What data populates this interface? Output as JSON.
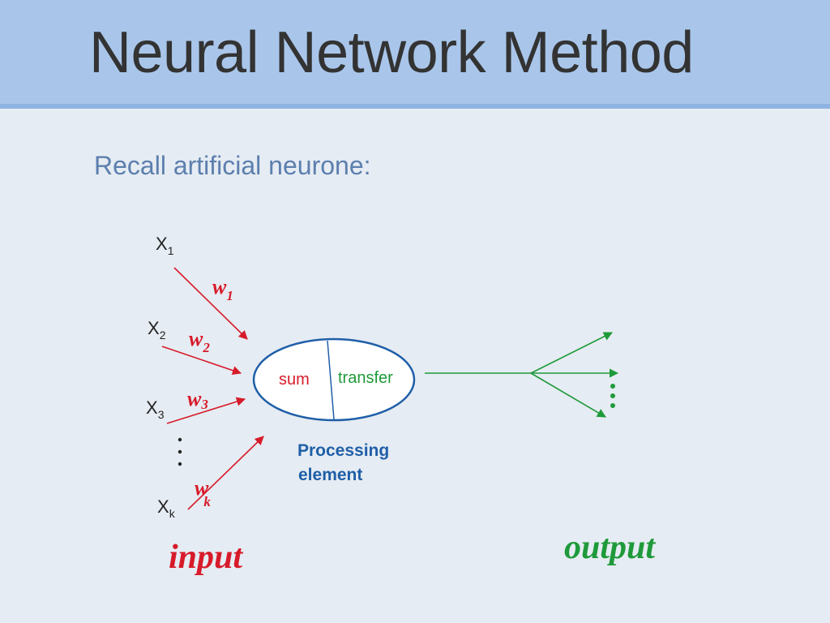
{
  "slide": {
    "title": "Neural Network Method",
    "subtitle": "Recall artificial neurone:"
  },
  "diagram": {
    "inputs": [
      {
        "base": "X",
        "sub": "1"
      },
      {
        "base": "X",
        "sub": "2"
      },
      {
        "base": "X",
        "sub": "3"
      },
      {
        "base": "X",
        "sub": "k"
      }
    ],
    "weights": [
      {
        "base": "w",
        "sub": "1"
      },
      {
        "base": "w",
        "sub": "2"
      },
      {
        "base": "w",
        "sub": "3"
      },
      {
        "base": "w",
        "sub": "k"
      }
    ],
    "node": {
      "left_label": "sum",
      "right_label": "transfer",
      "caption_line1": "Processing",
      "caption_line2": "element"
    },
    "input_label": "input",
    "output_label": "output",
    "colors": {
      "input": "#d71b2a",
      "output": "#1f9a3a",
      "node": "#1f5fa8"
    }
  }
}
